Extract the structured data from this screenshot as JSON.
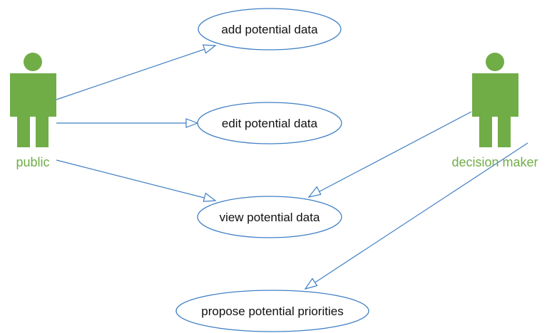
{
  "diagram": {
    "actors": [
      {
        "id": "public",
        "label": "public"
      },
      {
        "id": "decision_maker",
        "label": "decision maker"
      }
    ],
    "use_cases": [
      {
        "id": "add",
        "label": "add potential data"
      },
      {
        "id": "edit",
        "label": "edit potential data"
      },
      {
        "id": "view",
        "label": "view potential data"
      },
      {
        "id": "propose",
        "label": "propose potential priorities"
      }
    ],
    "associations": [
      {
        "from": "public",
        "to": "add"
      },
      {
        "from": "public",
        "to": "edit"
      },
      {
        "from": "public",
        "to": "view"
      },
      {
        "from": "decision_maker",
        "to": "view"
      },
      {
        "from": "decision_maker",
        "to": "propose"
      }
    ],
    "colors": {
      "actor": "#70ad47",
      "line": "#3f7fc4",
      "text": "#111111"
    }
  }
}
